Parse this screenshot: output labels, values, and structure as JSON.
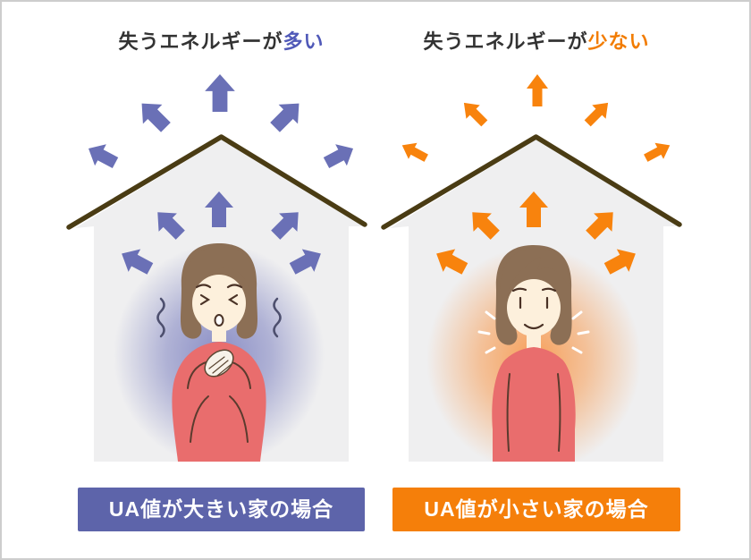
{
  "panels": [
    {
      "id": "high-ua",
      "title_prefix": "失うエネルギーが",
      "title_highlight": "多い",
      "caption": "UA値が大きい家の場合",
      "energy_arrows_outside": 5,
      "energy_arrows_inside": 5
    },
    {
      "id": "low-ua",
      "title_prefix": "失うエネルギーが",
      "title_highlight": "少ない",
      "caption": "UA値が小さい家の場合",
      "energy_arrows_outside": 5,
      "energy_arrows_inside": 5
    }
  ],
  "colors": {
    "ink": "#333333",
    "left-accent": "#6a70b6",
    "left-caption-bg": "#5d64aa",
    "left-title": "#5059b8",
    "right-accent": "#f8830d",
    "right-caption-bg": "#f57f0a",
    "right-title": "#f27c00",
    "roof": "#4a3c14",
    "house": "#efeff0",
    "caption-text": "#ffffff",
    "glow-cold": "#8589c3",
    "glow-warm": "#f79b51",
    "sweater": "#e96d6d",
    "hair": "#8c6f55",
    "skin": "#fdf0dc",
    "shiver": "#4d4f6e",
    "frame-border": "#cdcdcd",
    "page-bg": "#ffffff"
  }
}
